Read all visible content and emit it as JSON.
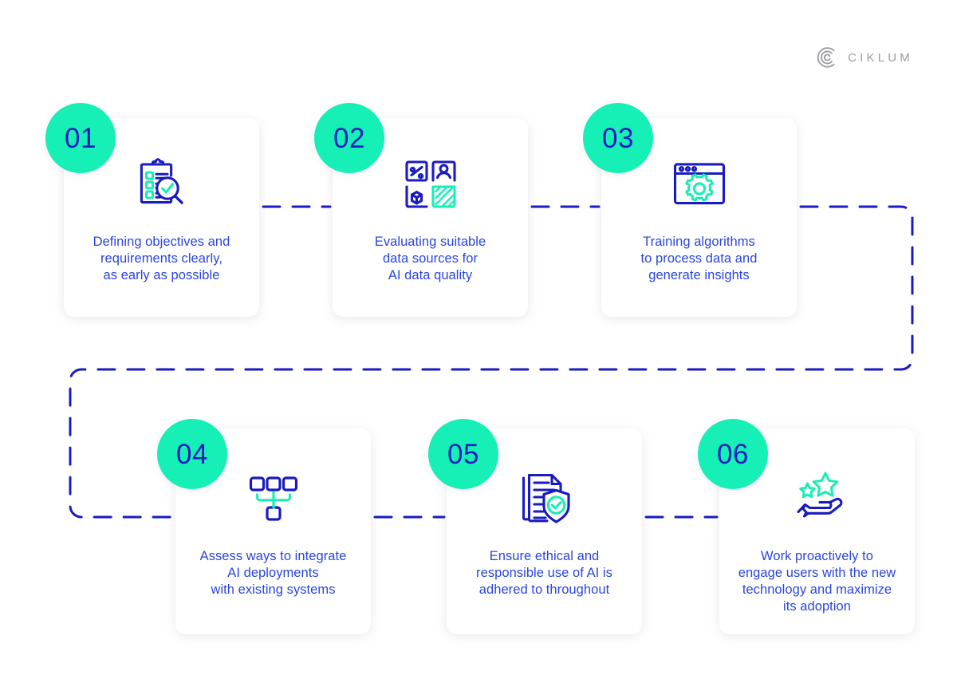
{
  "brand": {
    "name": "CIKLUM",
    "mark_icon": "ciklum-c-logo-icon",
    "word_color": "#9b9ba3"
  },
  "theme": {
    "accent_teal": "#16efb5",
    "text_blue": "#2a45e0",
    "icon_blue": "#1a1bc0",
    "icon_teal": "#16efb5",
    "page_background": "#ffffff",
    "connector_color": "#1a1bc0"
  },
  "steps": [
    {
      "number": "01",
      "icon": "clipboard-checklist-magnifier-icon",
      "text": "Defining objectives and\nrequirements clearly,\nas early as possible"
    },
    {
      "number": "02",
      "icon": "data-sources-grid-icon",
      "text": "Evaluating suitable\ndata sources for\nAI data quality"
    },
    {
      "number": "03",
      "icon": "browser-window-gear-icon",
      "text": "Training algorithms\nto process data and\ngenerate insights"
    },
    {
      "number": "04",
      "icon": "integration-nodes-icon",
      "text": "Assess ways to integrate\nAI deployments\nwith existing systems"
    },
    {
      "number": "05",
      "icon": "document-shield-check-icon",
      "text": "Ensure ethical and\nresponsible use of AI is\nadhered to throughout"
    },
    {
      "number": "06",
      "icon": "hand-stars-adoption-icon",
      "text": "Work proactively to\nengage users with the new\ntechnology and maximize\nits adoption"
    }
  ],
  "connectors": {
    "style": "dashed",
    "segments": [
      "step1-to-step2",
      "step2-to-step3",
      "step3-wrap-right-down-to-row2",
      "row2-left-wrap-up",
      "step4-to-step5",
      "step5-to-step6"
    ]
  }
}
